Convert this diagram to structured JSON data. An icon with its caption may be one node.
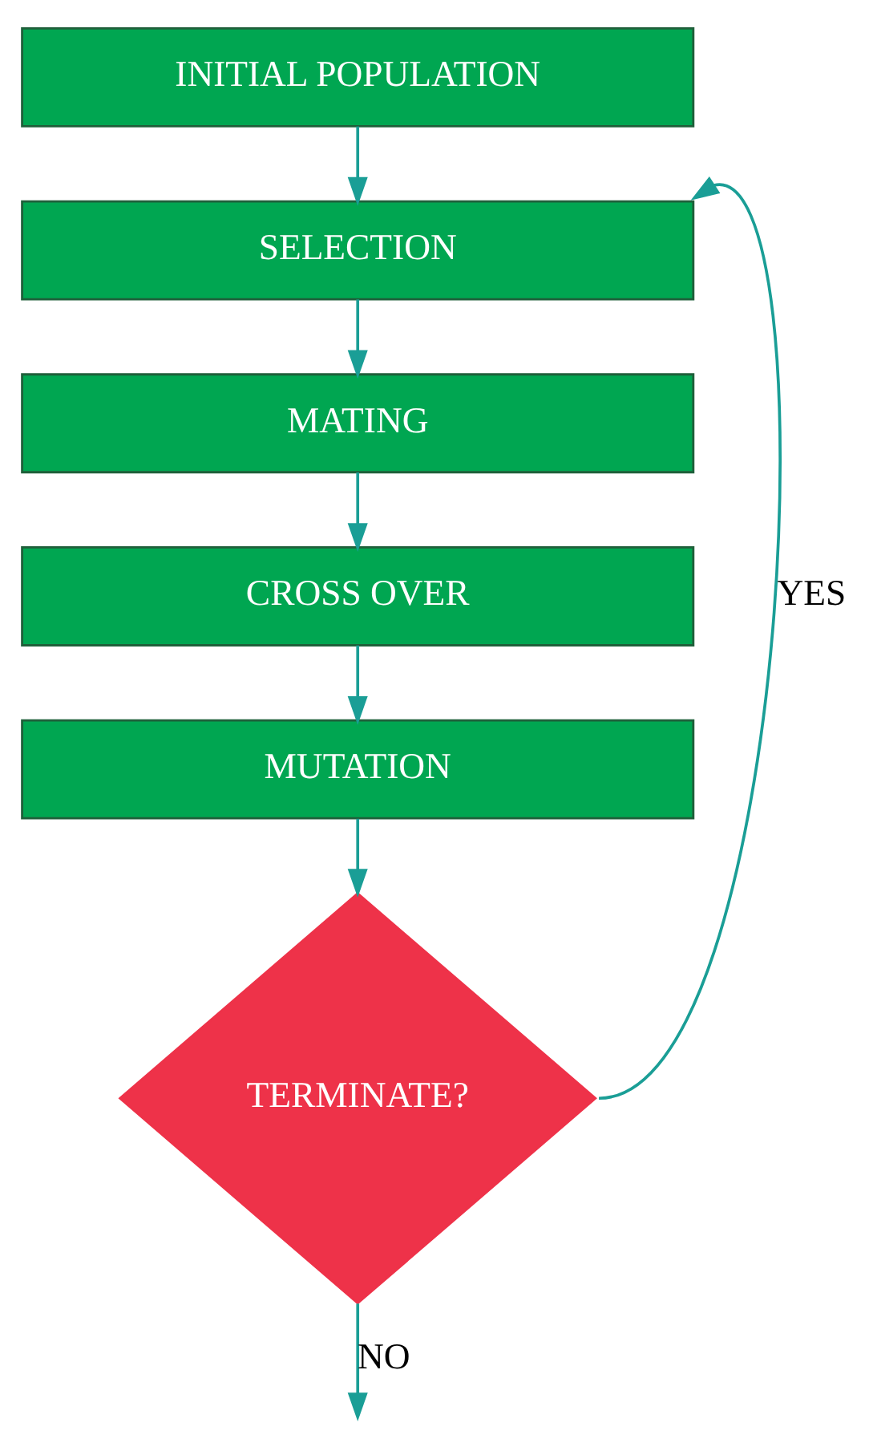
{
  "diagram": {
    "nodes": [
      {
        "text": [
          "INITIAL POPULATION"
        ]
      },
      {
        "text": [
          "SELECTION"
        ]
      },
      {
        "text": [
          "MATING"
        ]
      },
      {
        "text": [
          "CROSS OVER"
        ]
      },
      {
        "text": [
          "MUTATION"
        ]
      },
      {
        "text": [
          "TERMINATE?"
        ]
      }
    ],
    "edges": [
      {
        "from": 0,
        "to": 1,
        "arrow": "to"
      },
      {
        "from": 1,
        "to": 2,
        "arrow": "to"
      },
      {
        "from": 2,
        "to": 3,
        "arrow": "to"
      },
      {
        "from": 3,
        "to": 4,
        "arrow": "to"
      },
      {
        "from": 4,
        "to": 5,
        "arrow": "to"
      },
      {
        "from": 5,
        "to": 1,
        "arrow": "to",
        "label": "YES"
      },
      {
        "from": 5,
        "to": null,
        "arrow": "to",
        "label": "NO"
      }
    ]
  }
}
